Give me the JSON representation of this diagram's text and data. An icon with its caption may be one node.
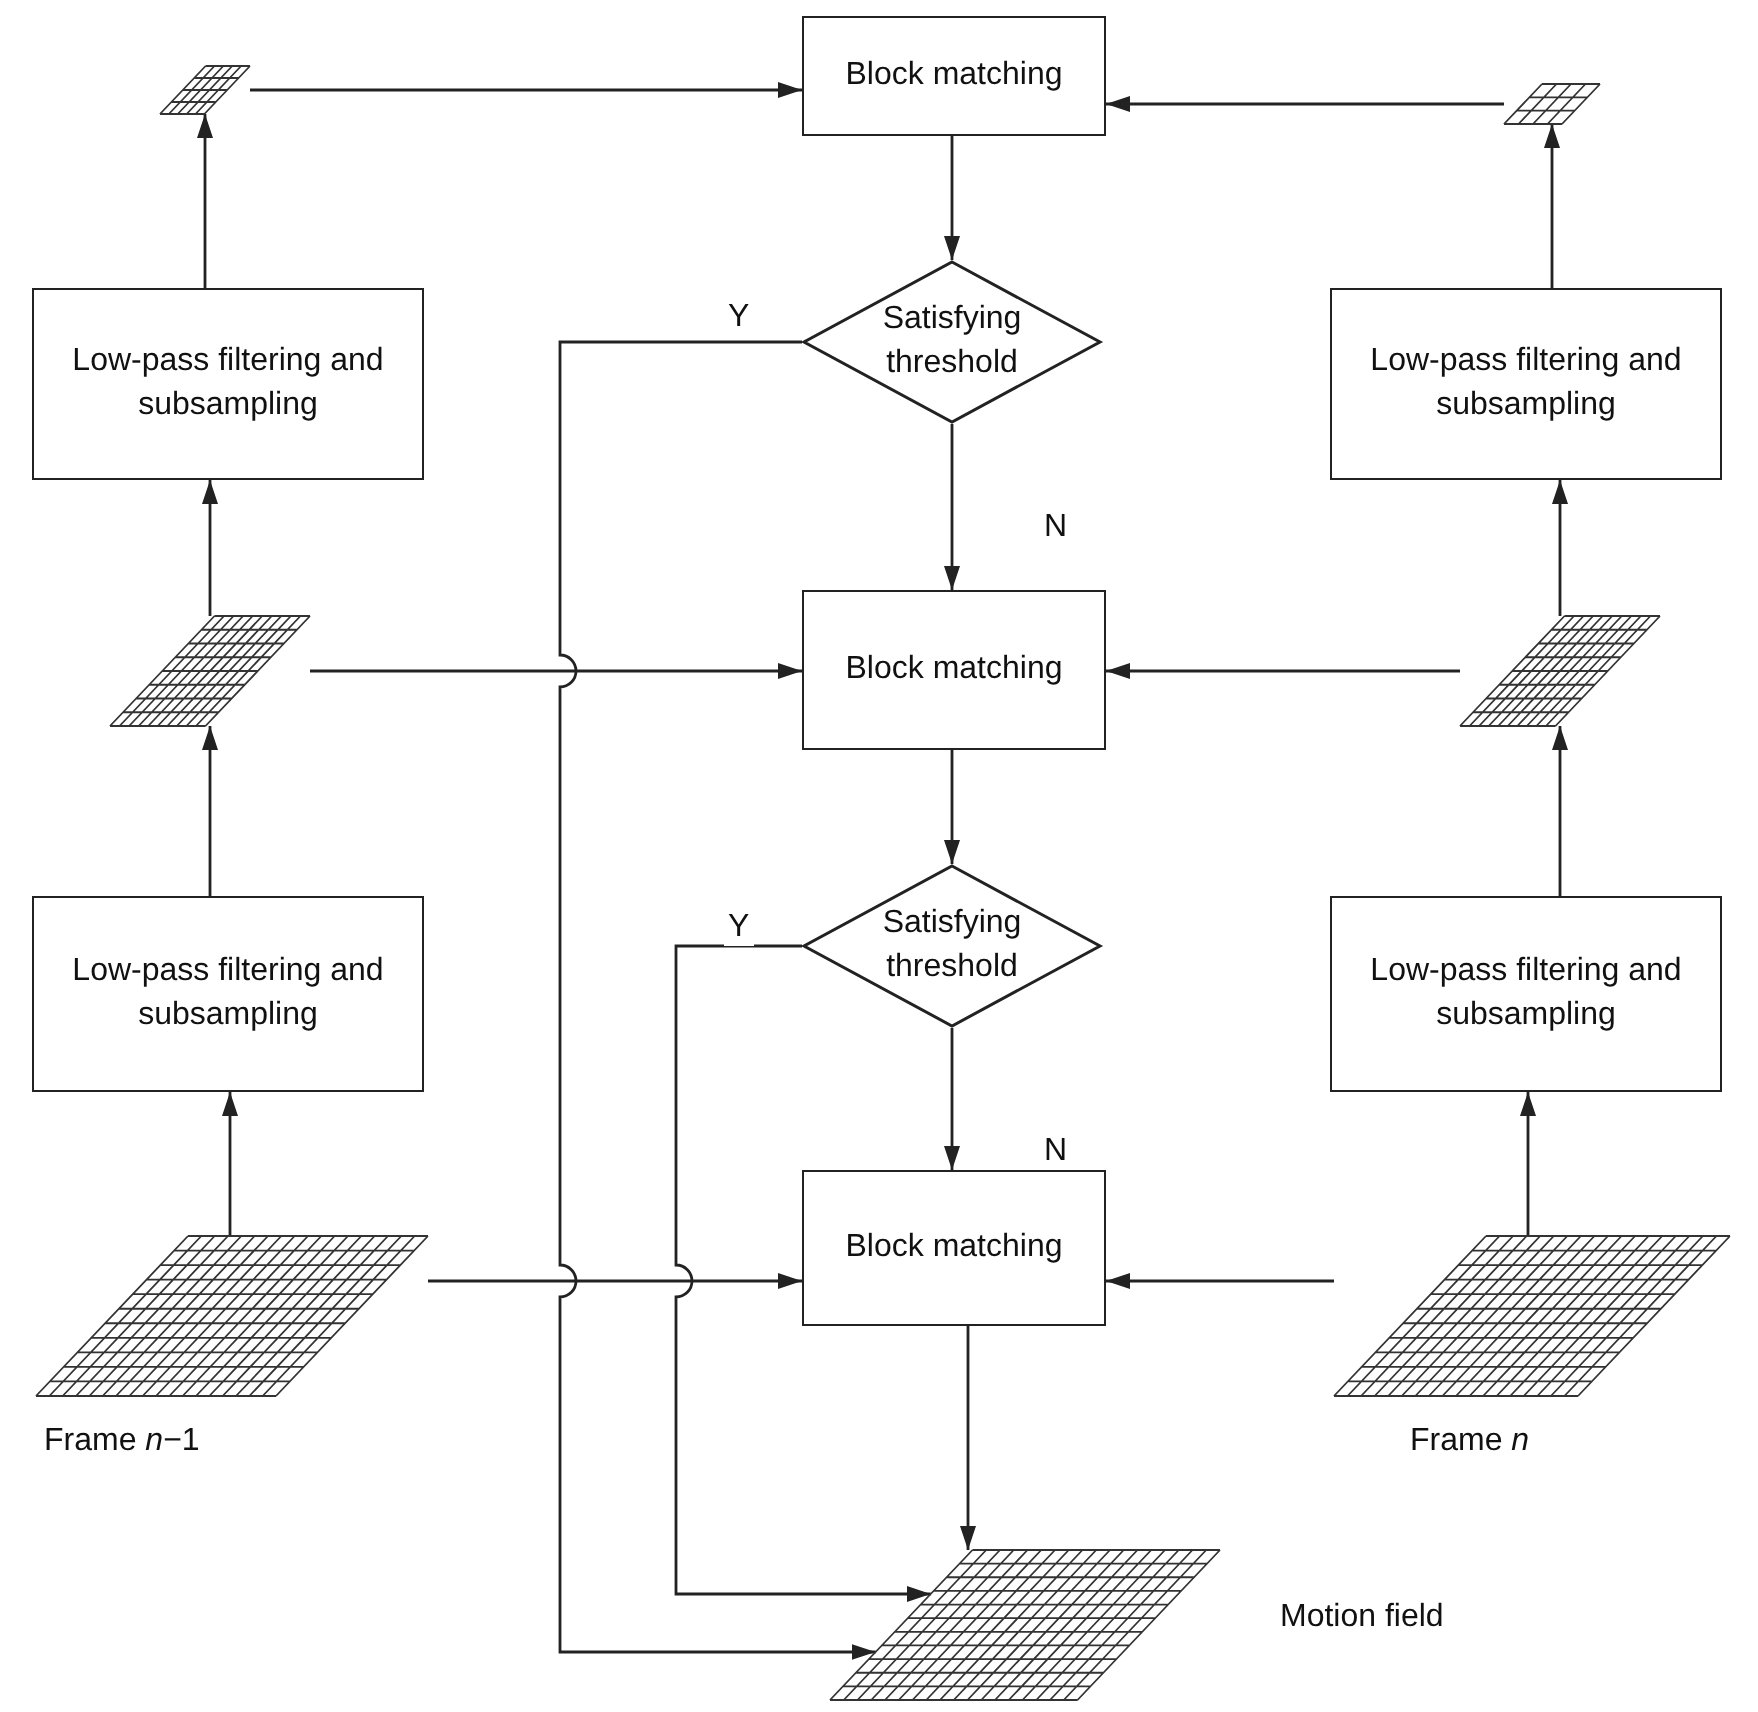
{
  "diagram": {
    "nodes": [
      {
        "text": [
          "Block matching"
        ]
      },
      {
        "text": [
          "Satisfying threshold"
        ]
      },
      {
        "text": [
          "Block matching"
        ]
      },
      {
        "text": [
          "Satisfying threshold"
        ]
      },
      {
        "text": [
          "Block matching"
        ]
      },
      {
        "text": [
          "Low-pass filtering and subsampling"
        ]
      },
      {
        "text": [
          "Low-pass filtering and subsampling"
        ]
      },
      {
        "text": [
          "Low-pass filtering and subsampling"
        ]
      },
      {
        "text": [
          "Low-pass filtering and subsampling"
        ]
      },
      {
        "text": [],
        "shape": "grid"
      },
      {
        "text": [],
        "shape": "grid"
      },
      {
        "text": [],
        "shape": "grid",
        "beside": [
          "Frame *n*−1"
        ]
      },
      {
        "text": [],
        "shape": "grid"
      },
      {
        "text": [],
        "shape": "grid"
      },
      {
        "text": [],
        "shape": "grid",
        "beside": [
          "Frame *n*"
        ]
      },
      {
        "text": [],
        "shape": "grid",
        "beside": [
          "Motion field"
        ]
      }
    ],
    "edges": [
      {
        "from": 9,
        "to": 0,
        "arrow": "to"
      },
      {
        "from": 12,
        "to": 0,
        "arrow": "to"
      },
      {
        "from": 0,
        "to": 1,
        "arrow": "to"
      },
      {
        "from": 1,
        "to": 2,
        "arrow": "to",
        "label": "N"
      },
      {
        "from": 1,
        "to": 15,
        "arrow": "to",
        "label": "Y"
      },
      {
        "from": 10,
        "to": 2,
        "arrow": "to"
      },
      {
        "from": 13,
        "to": 2,
        "arrow": "to"
      },
      {
        "from": 2,
        "to": 3,
        "arrow": "to"
      },
      {
        "from": 3,
        "to": 4,
        "arrow": "to",
        "label": "N"
      },
      {
        "from": 3,
        "to": 15,
        "arrow": "to",
        "label": "Y"
      },
      {
        "from": 11,
        "to": 4,
        "arrow": "to"
      },
      {
        "from": 14,
        "to": 4,
        "arrow": "to"
      },
      {
        "from": 4,
        "to": 15,
        "arrow": "to"
      },
      {
        "from": 11,
        "to": 6,
        "arrow": "to"
      },
      {
        "from": 6,
        "to": 10,
        "arrow": "to"
      },
      {
        "from": 10,
        "to": 5,
        "arrow": "to"
      },
      {
        "from": 5,
        "to": 9,
        "arrow": "to"
      },
      {
        "from": 14,
        "to": 8,
        "arrow": "to"
      },
      {
        "from": 8,
        "to": 13,
        "arrow": "to"
      },
      {
        "from": 13,
        "to": 7,
        "arrow": "to"
      },
      {
        "from": 7,
        "to": 12,
        "arrow": "to"
      }
    ]
  }
}
